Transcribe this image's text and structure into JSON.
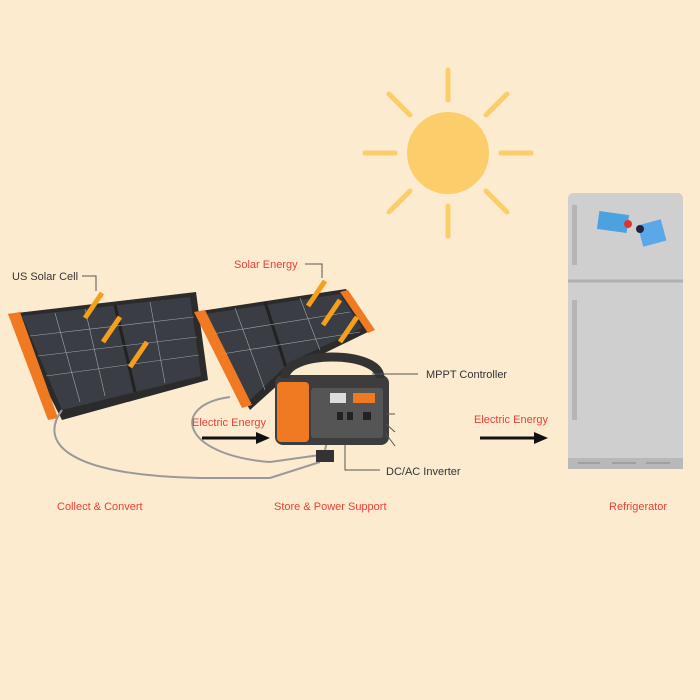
{
  "labels": {
    "us_solar_cell": "US Solar Cell",
    "solar_energy": "Solar Energy",
    "mppt_controller": "MPPT Controller",
    "electric_energy_1": "Electric Energy",
    "electric_energy_2": "Electric Energy",
    "dc_ac_inverter": "DC/AC Inverter",
    "collect_convert": "Collect & Convert",
    "store_power": "Store & Power Support",
    "refrigerator": "Refrigerator"
  },
  "colors": {
    "background": "#fdebd0",
    "sun": "#fbcd6b",
    "label_red": "#e8403a",
    "accent_orange": "#f07a22",
    "fridge": "#cfcfcf"
  }
}
